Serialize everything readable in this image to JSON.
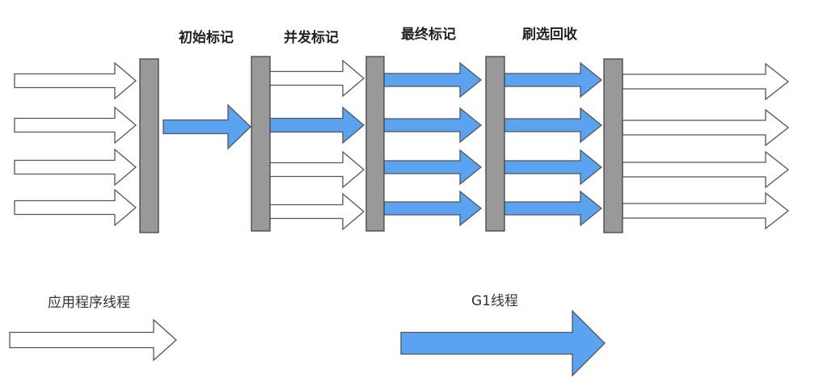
{
  "phases": [
    {
      "id": "initial-mark",
      "label": "初始标记"
    },
    {
      "id": "concurrent-mark",
      "label": "并发标记"
    },
    {
      "id": "final-mark",
      "label": "最终标记"
    },
    {
      "id": "cleanup",
      "label": "刷选回收"
    }
  ],
  "legend": {
    "app_thread": "应用程序线程",
    "gc_thread": "G1线程"
  },
  "colors": {
    "gc_arrow": "#5ba3f0",
    "app_arrow": "#ffffff",
    "arrow_stroke": "#555555",
    "barrier": "#999999",
    "barrier_stroke": "#444444"
  }
}
